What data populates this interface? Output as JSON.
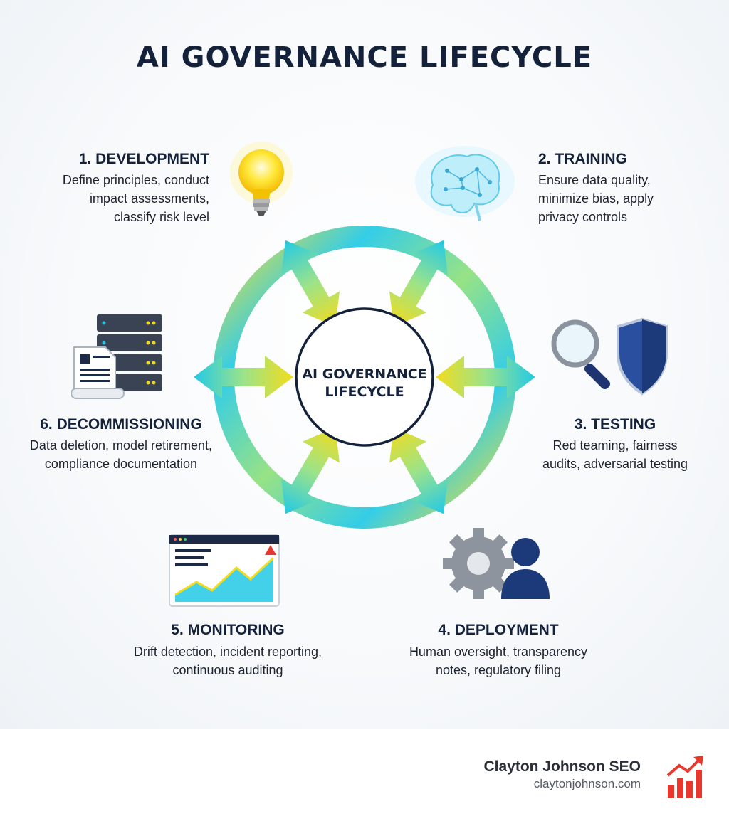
{
  "title": "AI GOVERNANCE LIFECYCLE",
  "center_label": [
    "AI GOVERNANCE",
    "LIFECYCLE"
  ],
  "stages": [
    {
      "heading": "1. DEVELOPMENT",
      "lines": [
        "Define principles, conduct",
        "impact assessments,",
        "classify risk level"
      ],
      "icon": "lightbulb-icon"
    },
    {
      "heading": "2. TRAINING",
      "lines": [
        "Ensure data quality,",
        "minimize bias, apply",
        "privacy controls"
      ],
      "icon": "brain-icon"
    },
    {
      "heading": "3. TESTING",
      "lines": [
        "Red teaming, fairness",
        "audits, adversarial testing"
      ],
      "icon": "magnifier-shield-icon"
    },
    {
      "heading": "4. DEPLOYMENT",
      "lines": [
        "Human oversight, transparency",
        "notes, regulatory filing"
      ],
      "icon": "gear-person-icon"
    },
    {
      "heading": "5. MONITORING",
      "lines": [
        "Drift detection, incident reporting,",
        "continuous auditing"
      ],
      "icon": "dashboard-chart-icon"
    },
    {
      "heading": "6. DECOMMISSIONING",
      "lines": [
        "Data deletion, model retirement,",
        "compliance documentation"
      ],
      "icon": "server-document-icon"
    }
  ],
  "brand": {
    "name": "Clayton Johnson SEO",
    "url": "claytonjohnson.com",
    "icon": "bar-chart-arrow-icon"
  },
  "colors": {
    "navy": "#14213a",
    "cyan": "#22c9e6",
    "yellow": "#f3dc1c",
    "green": "#8fe07a",
    "brand_red": "#e8372c"
  }
}
